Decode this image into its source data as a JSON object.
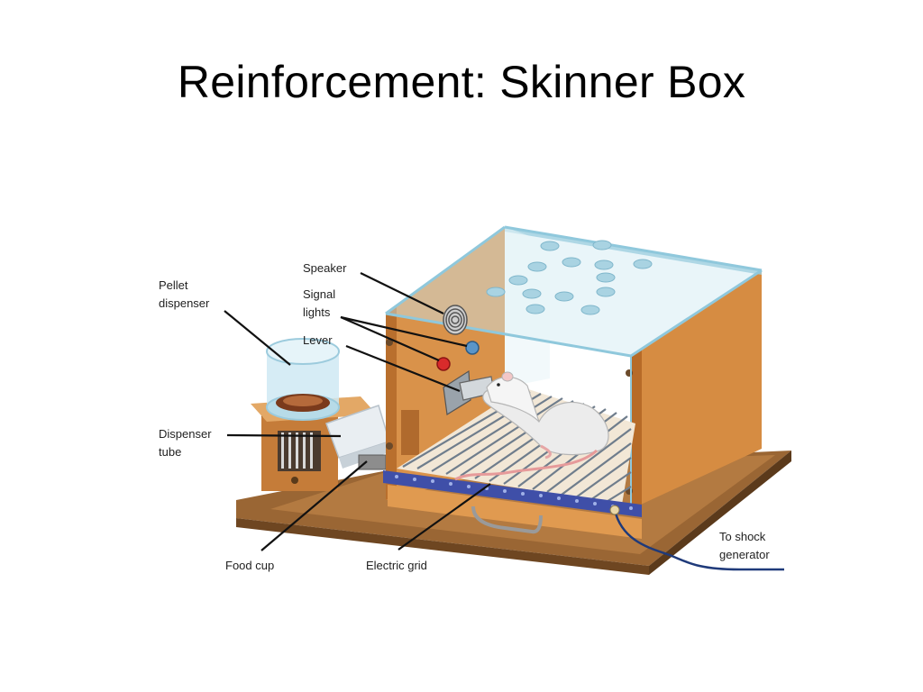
{
  "slide": {
    "title": "Reinforcement:  Skinner Box"
  },
  "labels": {
    "speaker": "Speaker",
    "signal_lights": [
      "Signal",
      "lights"
    ],
    "lever": "Lever",
    "pellet_dispenser": [
      "Pellet",
      "dispenser"
    ],
    "dispenser_tube": [
      "Dispenser",
      "tube"
    ],
    "food_cup": "Food cup",
    "electric_grid": "Electric grid",
    "shock": [
      "To shock",
      "generator"
    ]
  },
  "colors": {
    "wood": "#d9924a",
    "wood_dark": "#b96f2d",
    "base": "#8a5a2e",
    "glass": "#bfe2ee",
    "glass_edge": "#8fc8dc",
    "grid_bar": "#6f7d8c",
    "led_red": "#d92b2b",
    "led_blue": "#5a95c8",
    "cable": "#1f3a7a"
  }
}
